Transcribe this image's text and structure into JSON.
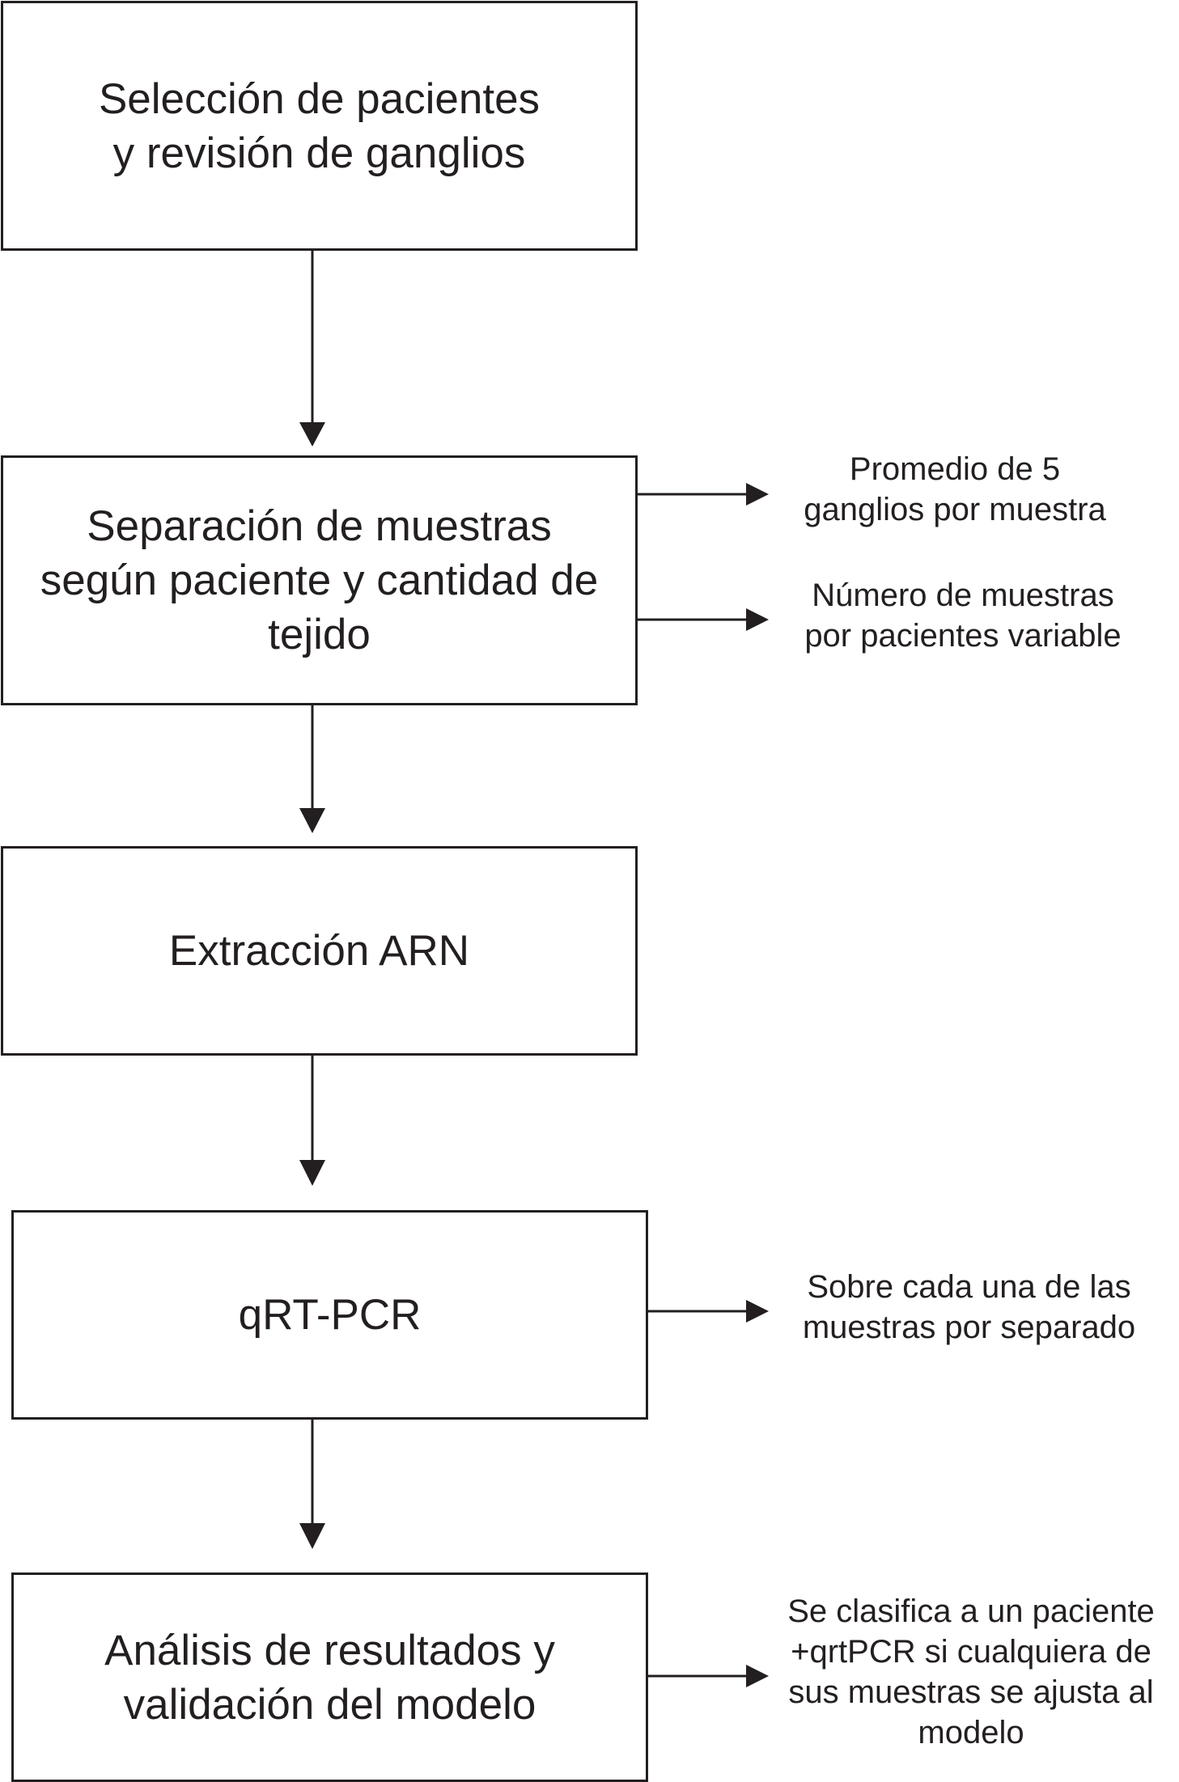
{
  "steps": {
    "step1": "Selección de pacientes\ny revisión de ganglios",
    "step2": "Separación de muestras\nsegún paciente y cantidad de\ntejido",
    "step3": "Extracción ARN",
    "step4": "qRT-PCR",
    "step5": "Análisis de resultados y\nvalidación del modelo"
  },
  "notes": {
    "note1": "Promedio de 5\nganglios por muestra",
    "note2": "Número de muestras\npor pacientes variable",
    "note3": "Sobre cada una de las\nmuestras por separado",
    "note4": "Se clasifica a un paciente\n+qrtPCR si cualquiera de\nsus muestras se ajusta al\nmodelo"
  },
  "colors": {
    "stroke": "#231f20",
    "background": "#ffffff"
  }
}
